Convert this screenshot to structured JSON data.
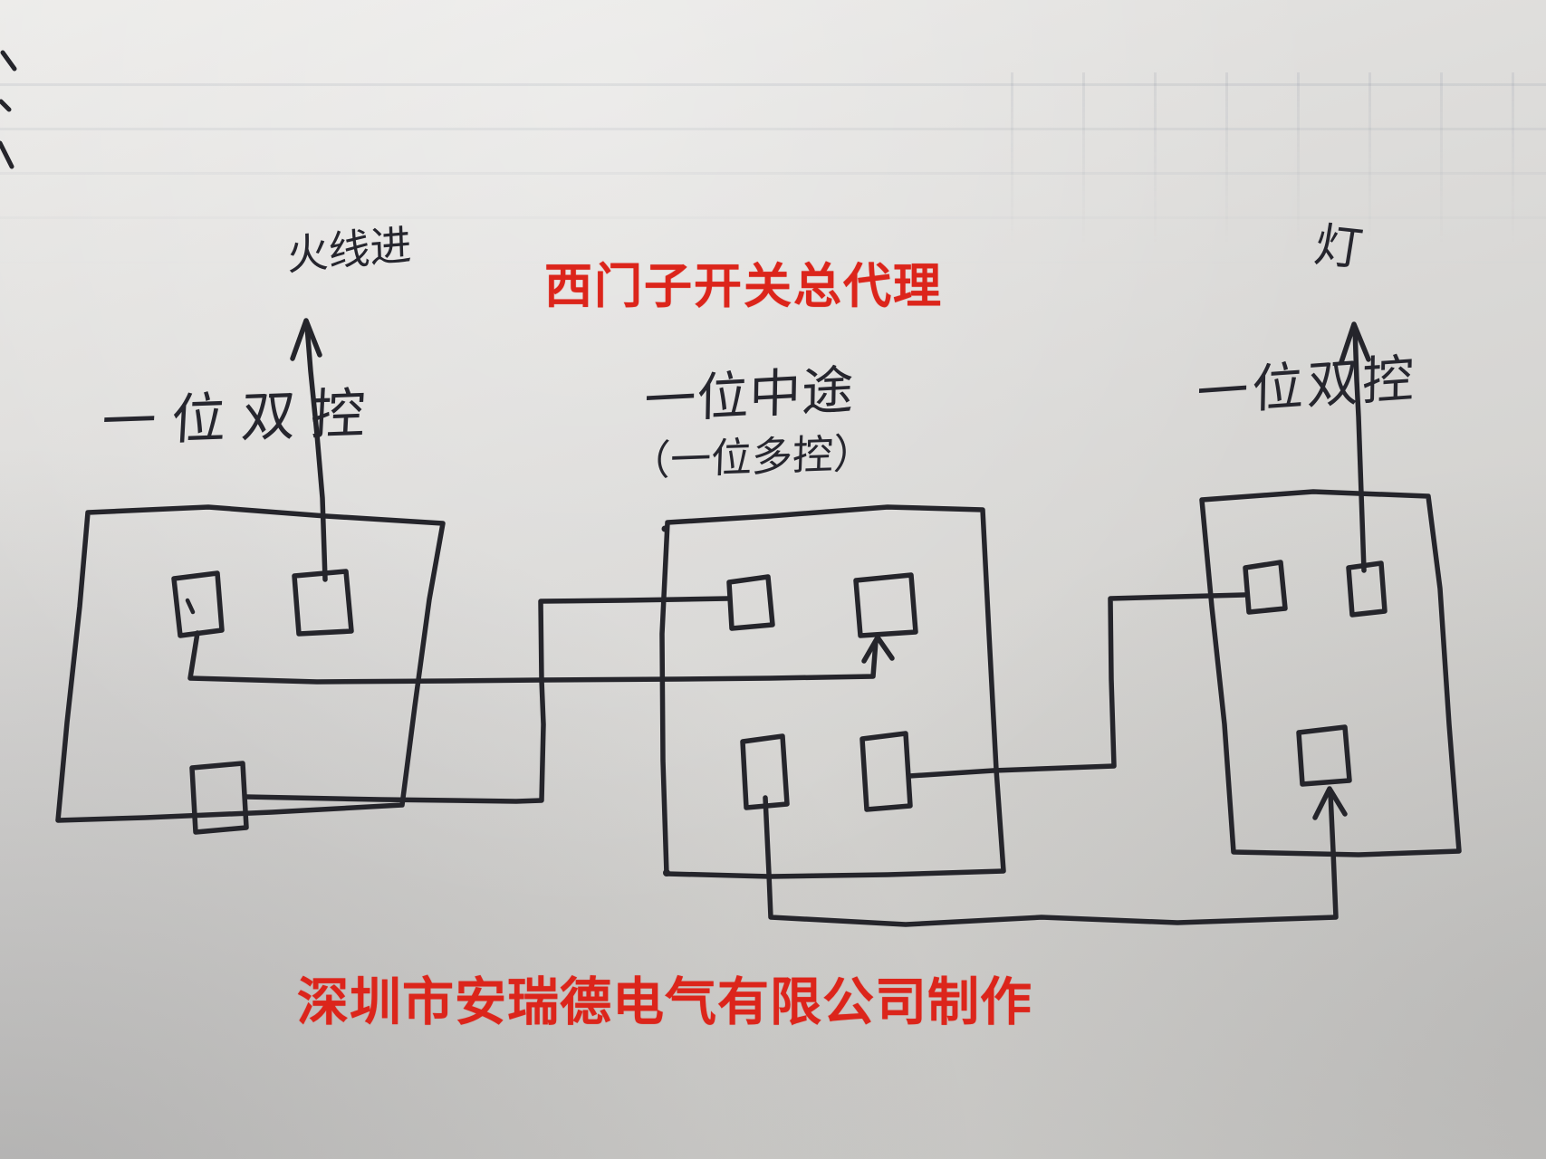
{
  "title_red": "西门子开关总代理",
  "footer_red": "深圳市安瑞德电气有限公司制作",
  "labels": {
    "live_wire_in": "火线进",
    "left_switch": "一位双控",
    "middle_switch_line1": "一位中途",
    "middle_switch_line2": "（一位多控）",
    "right_switch": "一位双控",
    "lamp": "灯"
  },
  "colors": {
    "red_text": "#dc251b",
    "ink": "#25252b",
    "paper": "#d9d8d6"
  }
}
